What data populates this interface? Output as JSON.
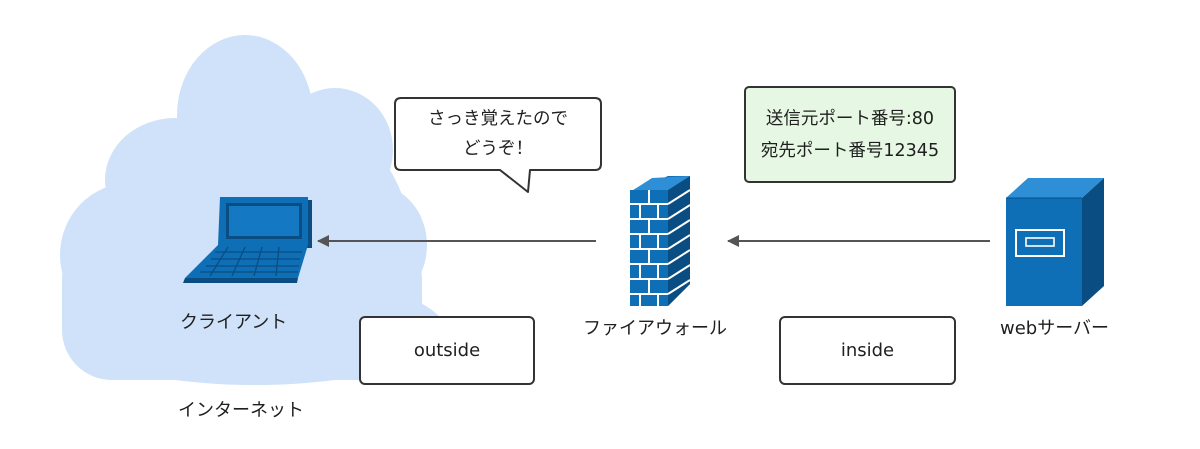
{
  "labels": {
    "client": "クライアント",
    "internet": "インターネット",
    "firewall": "ファイアウォール",
    "server": "webサーバー"
  },
  "zones": {
    "outside": "outside",
    "inside": "inside"
  },
  "speech_bubble": {
    "line1": "さっき覚えたので",
    "line2": "どうぞ！"
  },
  "packet_note": {
    "line1": "送信元ポート番号:80",
    "line2": "宛先ポート番号12345"
  },
  "colors": {
    "cloud": "#cfe2fa",
    "device_blue": "#0e6fb7",
    "device_dark": "#0a4d82",
    "arrow": "#555555",
    "note_fill": "#e6f8e3"
  },
  "icons": {
    "client": "laptop-icon",
    "firewall": "firewall-icon",
    "server": "server-icon"
  }
}
